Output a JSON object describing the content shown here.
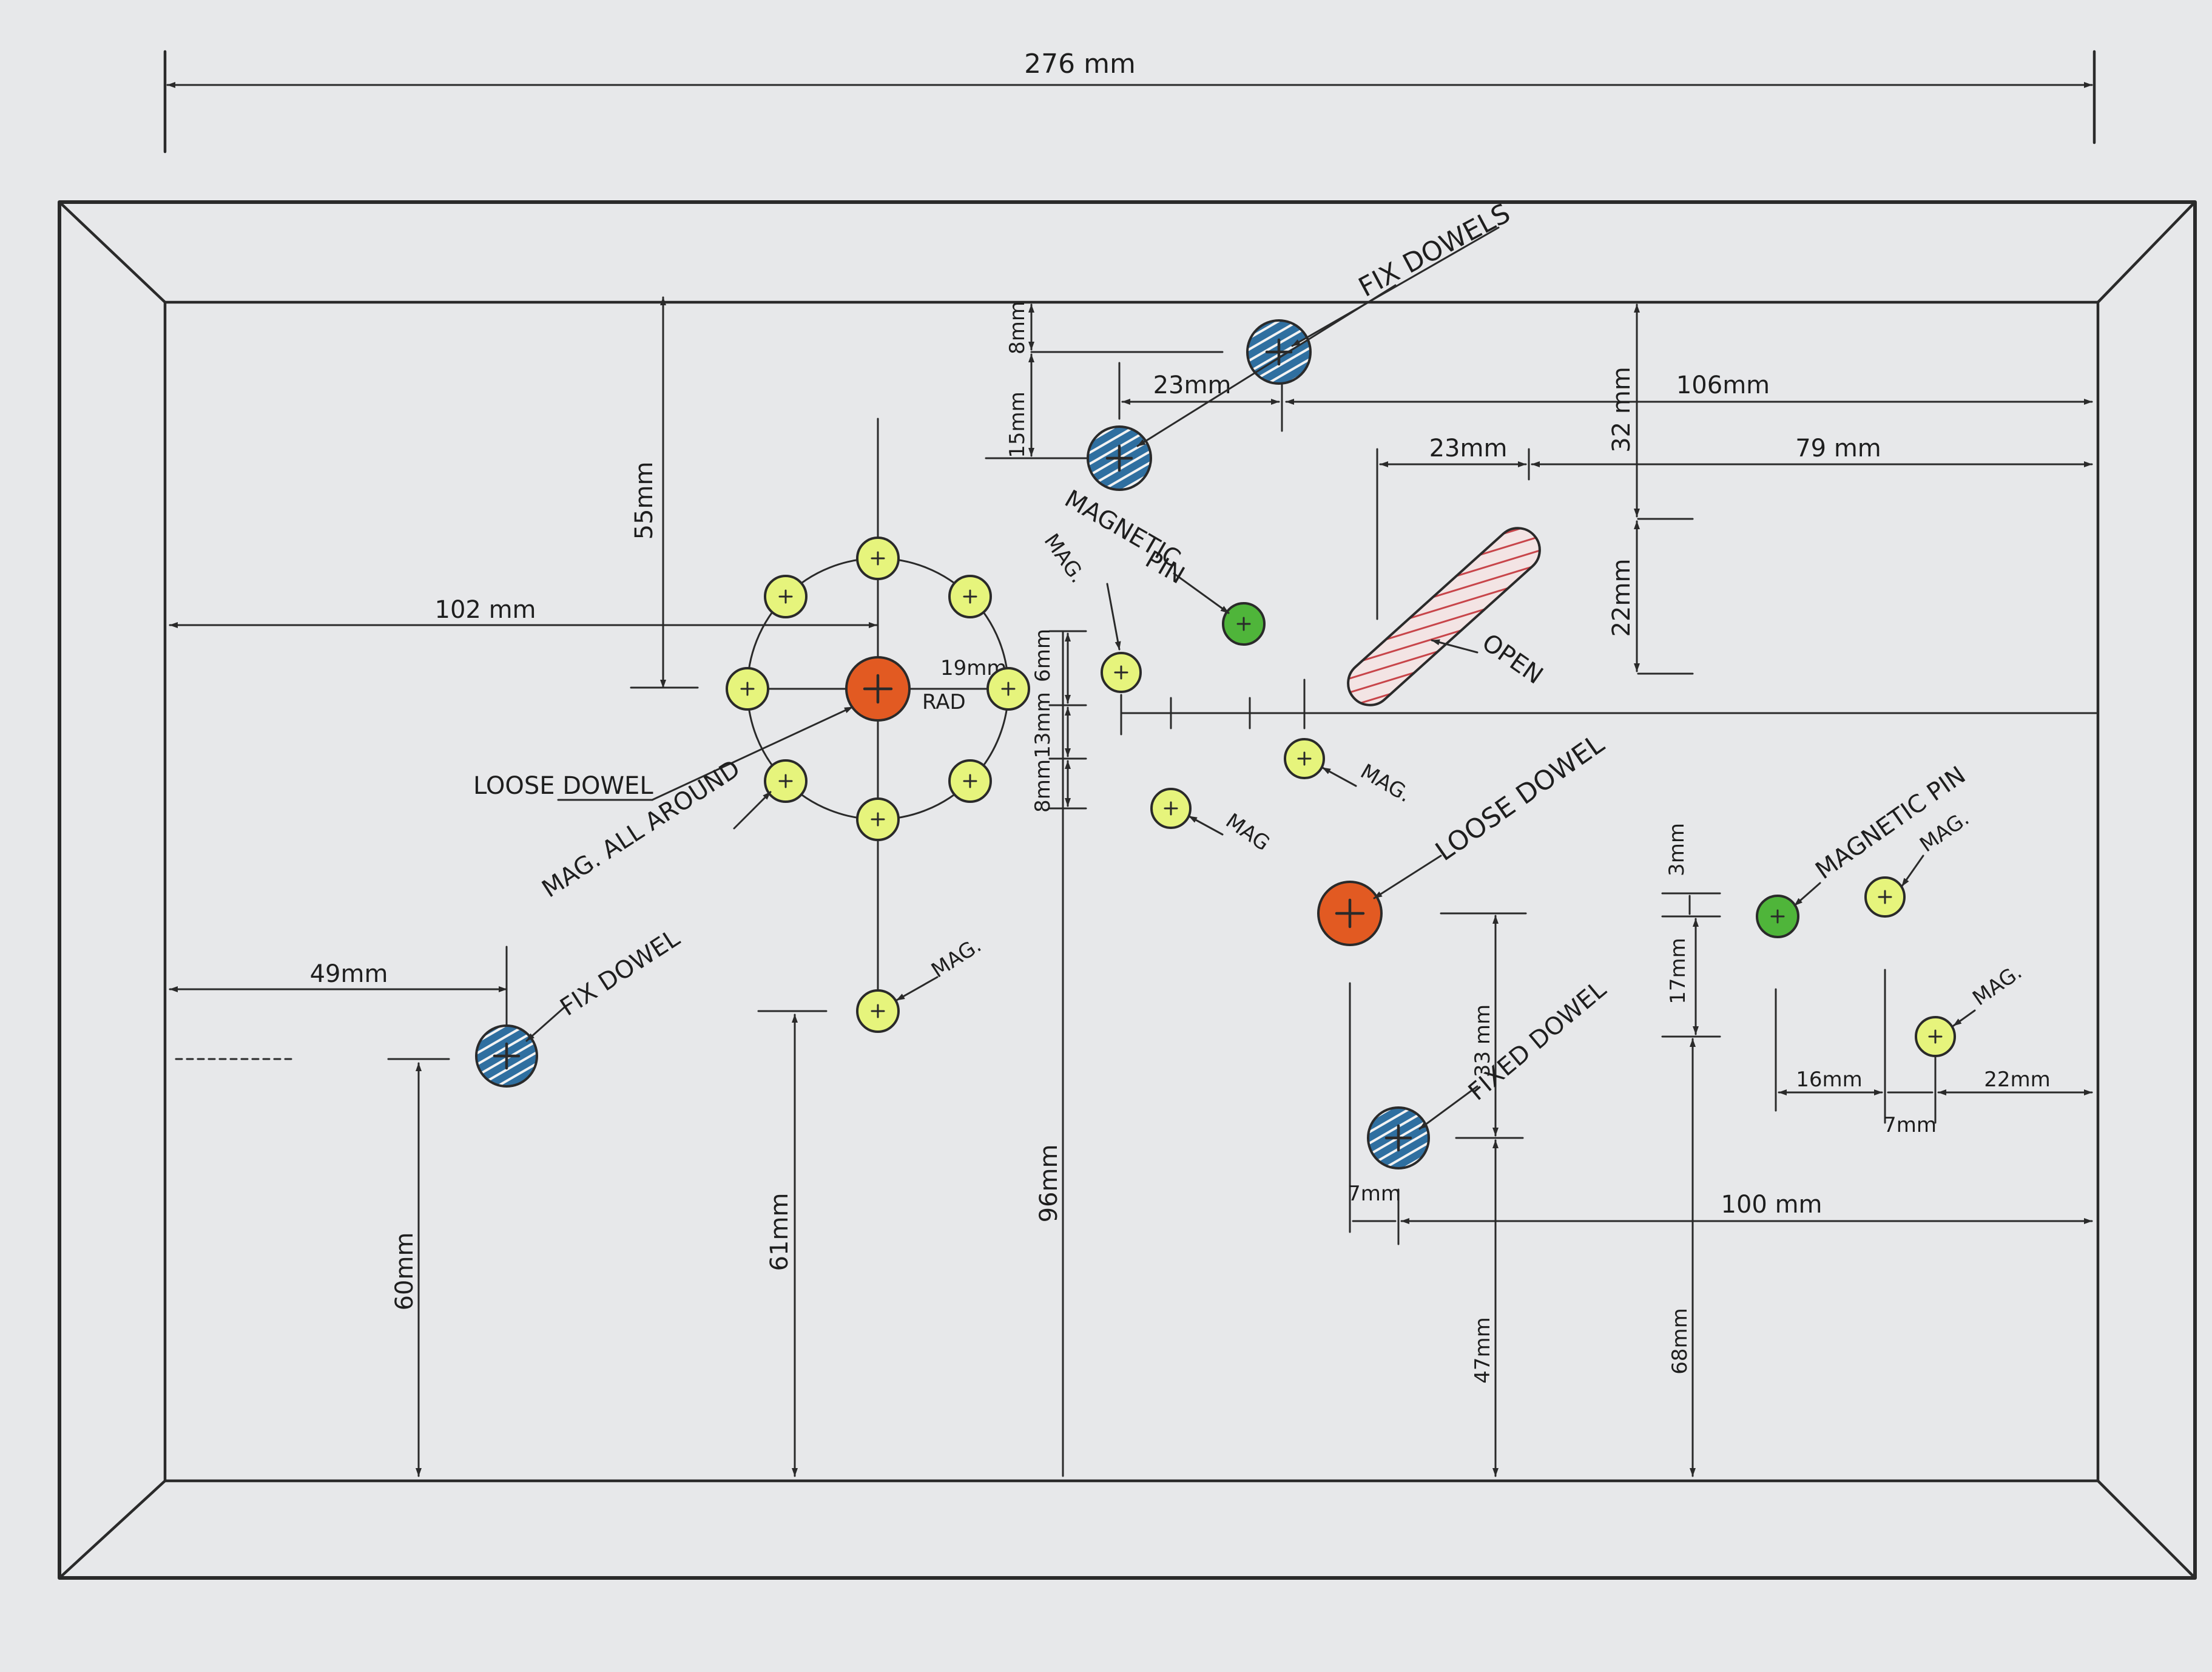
{
  "colors": {
    "paper": "#e7e8ea",
    "ink": "#2a2a2a",
    "loose_dowel": "#e25a22",
    "fix_dowel": "#2f6fa0",
    "magnet": "#e6f47c",
    "magnetic_pin": "#4fb53a",
    "open_slot_hatch": "#c8454a"
  },
  "dimensions": {
    "overall_width": "276 mm",
    "d102": "102 mm",
    "d55": "55mm",
    "d49": "49mm",
    "d60": "60mm",
    "d61": "61mm",
    "d96": "96mm",
    "d8a": "8mm",
    "d15": "15mm",
    "d23a": "23mm",
    "d106": "106mm",
    "d32": "32 mm",
    "d23b": "23mm",
    "d79": "79 mm",
    "d22a": "22mm",
    "d6": "6mm",
    "d13": "13mm",
    "d8b": "8mm",
    "d19": "19mm",
    "rad": "RAD",
    "d3": "3mm",
    "d17": "17mm",
    "d33": "33 mm",
    "d47": "47mm",
    "d68": "68mm",
    "d100": "100 mm",
    "d7a": "7mm",
    "d16": "16mm",
    "d7b": "7mm",
    "d22b": "22mm"
  },
  "callouts": {
    "fix_dowels": "FIX DOWELS",
    "magnetic_pin_a": "MAGNETIC",
    "magnetic_pin_b": "PIN",
    "mag_a": "MAG.",
    "open": "OPEN",
    "loose_dowel_left": "LOOSE DOWEL",
    "mag_all_around": "MAG. ALL AROUND",
    "mag_b": "MAG.",
    "mag_c": "MAG",
    "mag_d": "MAG.",
    "loose_dowel_right": "LOOSE DOWEL",
    "magnetic_pin_right": "MAGNETIC PIN",
    "mag_e": "MAG.",
    "mag_f": "MAG.",
    "fix_dowel": "FIX DOWEL",
    "fixed_dowel": "FIXED DOWEL"
  }
}
